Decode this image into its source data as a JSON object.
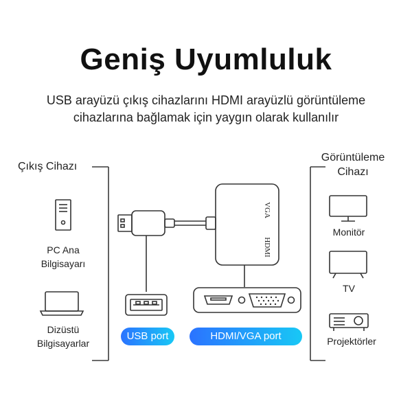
{
  "header": {
    "title": "Geniş Uyumluluk",
    "subtitle_line1": "USB arayüzü çıkış cihazlarını HDMI arayüzlü görüntüleme",
    "subtitle_line2": "cihazlarına bağlamak için yaygın olarak kullanılır"
  },
  "left_panel": {
    "title": "Çıkış Cihazı",
    "devices": [
      {
        "icon": "pc-tower-icon",
        "label_line1": "PC Ana",
        "label_line2": "Bilgisayarı"
      },
      {
        "icon": "laptop-icon",
        "label_line1": "Dizüstü",
        "label_line2": "Bilgisayarlar"
      }
    ]
  },
  "right_panel": {
    "title_line1": "Görüntüleme",
    "title_line2": "Cihazı",
    "devices": [
      {
        "icon": "monitor-icon",
        "label": "Monitör"
      },
      {
        "icon": "tv-icon",
        "label": "TV"
      },
      {
        "icon": "projector-icon",
        "label": "Projektörler"
      }
    ]
  },
  "adapter": {
    "port_label_vga": "VGA",
    "port_label_hdmi": "HDMI"
  },
  "ports": {
    "usb_label": "USB port",
    "hdmi_vga_label": "HDMI/VGA port"
  },
  "colors": {
    "pill_start": "#2b73ff",
    "pill_end": "#18c8f5",
    "line": "#3a3a3a"
  }
}
